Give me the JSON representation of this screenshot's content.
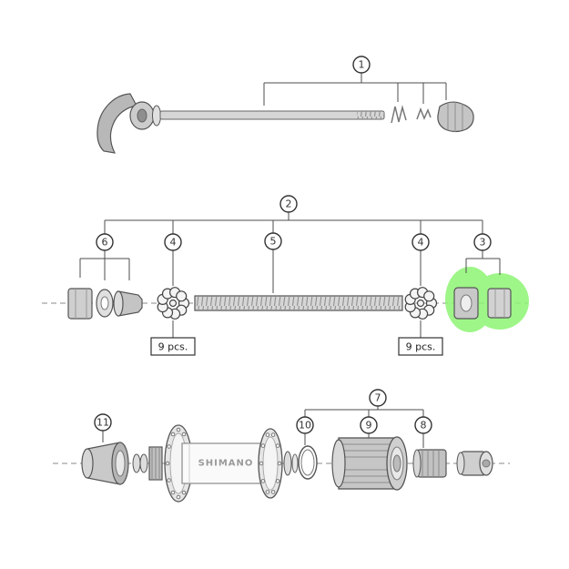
{
  "diagram": {
    "brand_label": "SHIMANO",
    "callouts": {
      "c1": "1",
      "c2": "2",
      "c3": "3",
      "c4_left": "4",
      "c4_right": "4",
      "c5": "5",
      "c6": "6",
      "c7": "7",
      "c8": "8",
      "c9": "9",
      "c10": "10",
      "c11": "11"
    },
    "labels": {
      "pcs_left": "9 pcs.",
      "pcs_right": "9 pcs."
    },
    "colors": {
      "highlight": "#8df573",
      "line": "#4d4d4d"
    }
  }
}
